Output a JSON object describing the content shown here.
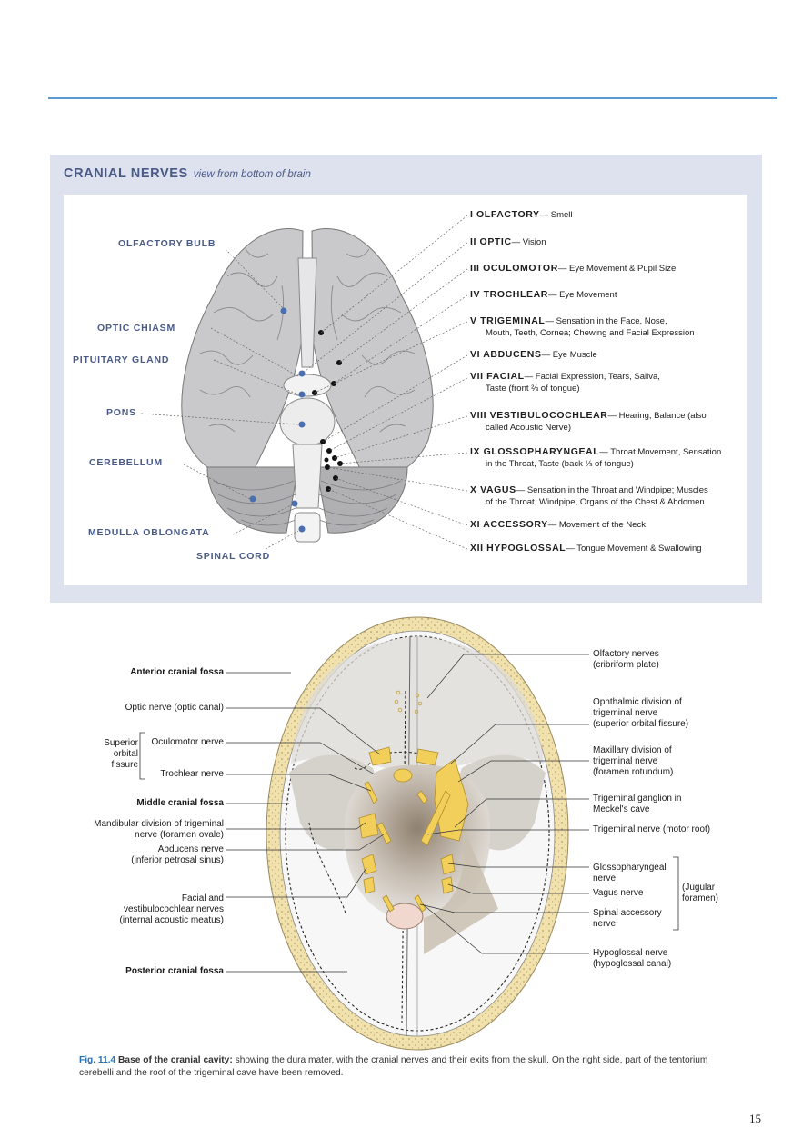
{
  "panel": {
    "title": "CRANIAL NERVES",
    "subtitle": "view from bottom of brain",
    "left_labels": [
      "OLFACTORY BULB",
      "OPTIC CHIASM",
      "PITUITARY GLAND",
      "PONS",
      "CEREBELLUM",
      "MEDULLA OBLONGATA",
      "SPINAL CORD"
    ],
    "nerves": [
      {
        "name": "I OLFACTORY",
        "desc": "— Smell",
        "cont": ""
      },
      {
        "name": "II OPTIC",
        "desc": "— Vision",
        "cont": ""
      },
      {
        "name": "III OCULOMOTOR",
        "desc": "— Eye Movement & Pupil Size",
        "cont": ""
      },
      {
        "name": "IV TROCHLEAR",
        "desc": "— Eye Movement",
        "cont": ""
      },
      {
        "name": "V TRIGEMINAL",
        "desc": "— Sensation in the Face, Nose,",
        "cont": "Mouth, Teeth, Cornea; Chewing and Facial Expression"
      },
      {
        "name": "VI ABDUCENS",
        "desc": "— Eye Muscle",
        "cont": ""
      },
      {
        "name": "VII FACIAL",
        "desc": "— Facial Expression, Tears, Saliva,",
        "cont": "Taste (front ⅔ of tongue)"
      },
      {
        "name": "VIII VESTIBULOCOCHLEAR",
        "desc": "— Hearing, Balance (also",
        "cont": "called Acoustic Nerve)"
      },
      {
        "name": "IX GLOSSOPHARYNGEAL",
        "desc": "— Throat Movement, Sensation",
        "cont": "in the Throat, Taste (back ⅓ of tongue)"
      },
      {
        "name": "X VAGUS",
        "desc": "— Sensation in the Throat and Windpipe; Muscles",
        "cont": "of the Throat, Windpipe, Organs of the Chest & Abdomen"
      },
      {
        "name": "XI ACCESSORY",
        "desc": "— Movement of the Neck",
        "cont": ""
      },
      {
        "name": "XII HYPOGLOSSAL",
        "desc": "— Tongue Movement & Swallowing",
        "cont": ""
      }
    ]
  },
  "figure": {
    "left_labels": {
      "anterior": "Anterior cranial fossa",
      "optic": "Optic nerve (optic canal)",
      "superior": "Superior\norbital\nfissure",
      "oculomotor": "Oculomotor nerve",
      "trochlear": "Trochlear nerve",
      "middle": "Middle cranial fossa",
      "mandibular": "Mandibular division of trigeminal\nnerve (foramen ovale)",
      "abducens": "Abducens nerve\n(inferior petrosal sinus)",
      "facial": "Facial and\nvestibulocochlear nerves\n(internal acoustic meatus)",
      "posterior": "Posterior cranial fossa"
    },
    "right_labels": {
      "olfactory": "Olfactory nerves\n(cribriform plate)",
      "ophthalmic": "Ophthalmic division of\ntrigeminal nerve\n(superior orbital fissure)",
      "maxillary": "Maxillary division of\ntrigeminal nerve\n(foramen rotundum)",
      "ganglion": "Trigeminal ganglion in\nMeckel's cave",
      "motor": "Trigeminal nerve (motor root)",
      "glosso": "Glossopharyngeal\nnerve",
      "vagus": "Vagus nerve",
      "spinal": "Spinal accessory\nnerve",
      "jugular": "(Jugular\nforamen)",
      "hypoglossal": "Hypoglossal nerve\n(hypoglossal canal)"
    }
  },
  "caption": {
    "fig": "Fig. 11.4",
    "bold": "Base of the cranial cavity:",
    "text": "showing the dura mater, with the cranial nerves and their exits from the skull. On the right side, part of the tentorium cerebelli and the roof of the trigeminal cave have been removed."
  },
  "page_number": "15",
  "colors": {
    "rule": "#5b9bd5",
    "panel_bg": "#dde2ee",
    "title": "#4a5a86",
    "nerve_yellow": "#f2cf5b",
    "bone": "#f1e2ad",
    "caption_blue": "#2a6fb0"
  }
}
